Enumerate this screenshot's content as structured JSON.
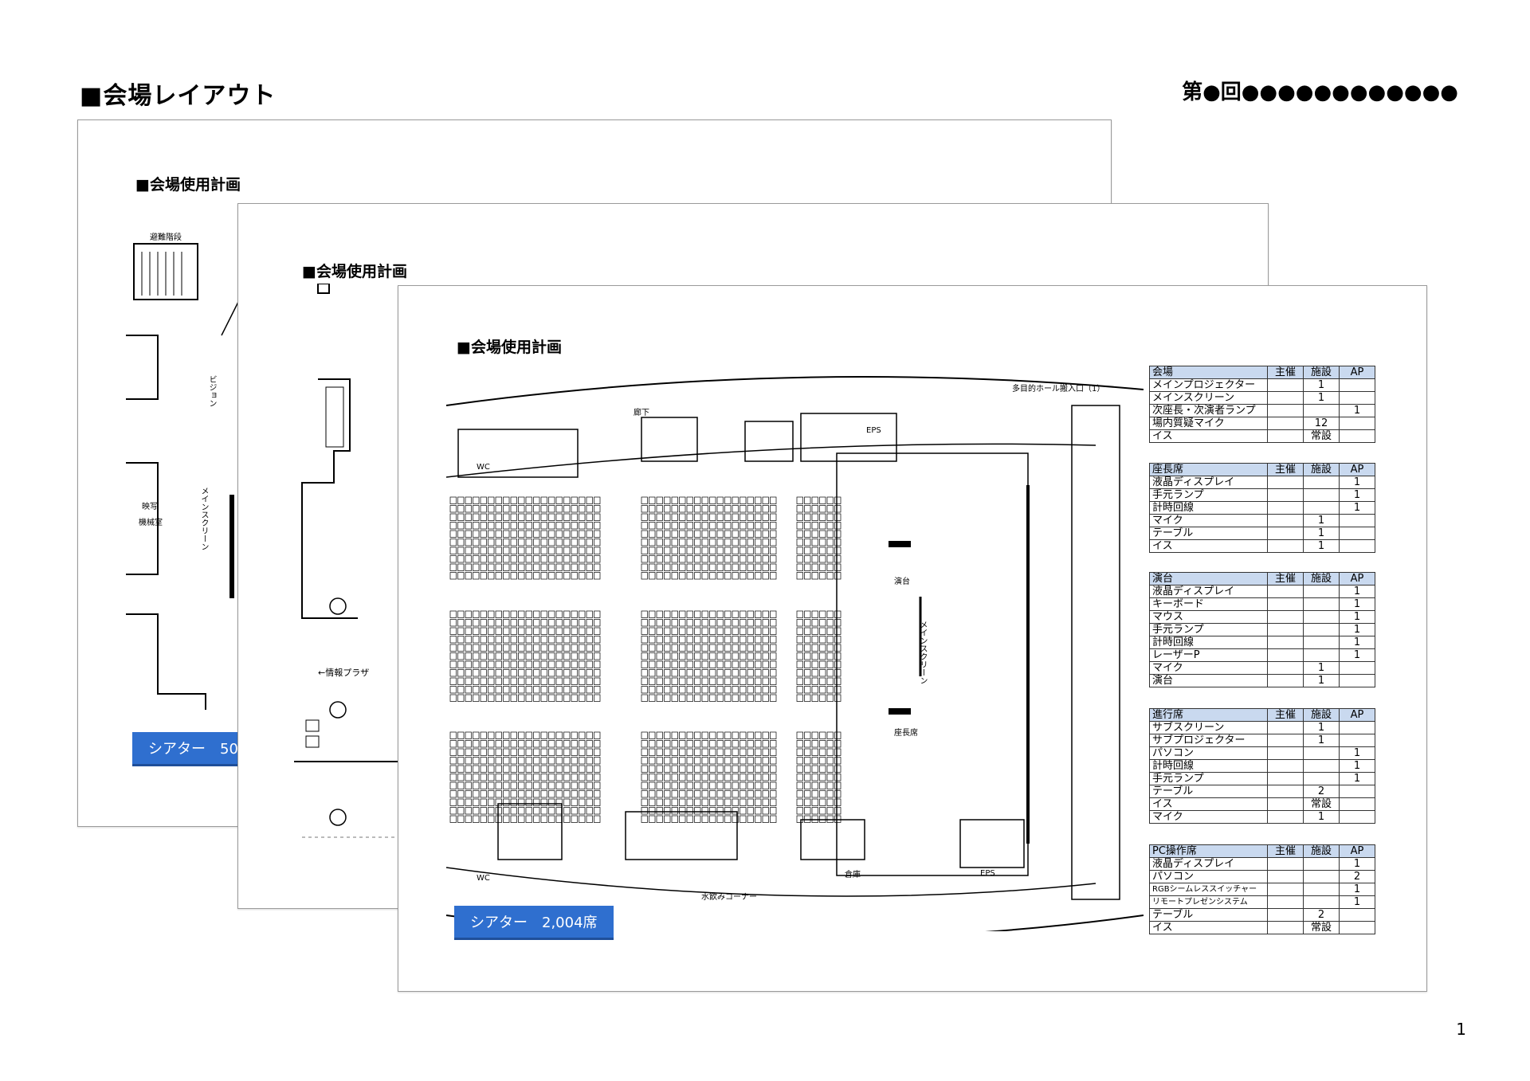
{
  "header": {
    "title": "■会場レイアウト",
    "event": "第●回●●●●●●●●●●●●"
  },
  "page_number": "1",
  "sheets": {
    "back": {
      "heading": "■会場使用計画",
      "capacity": "シアター　50",
      "label_stairs": "避難階段",
      "label_room1": "映写",
      "label_room2": "機械室",
      "label_screen": "メインスクリーン",
      "label_vision": "ビジョン"
    },
    "middle": {
      "heading": "■会場使用計画",
      "label_plaza": "←情報プラザ"
    },
    "front": {
      "heading": "■会場使用計画",
      "capacity": "シアター　2,004席",
      "labels": {
        "wc": "WC",
        "eps": "EPS",
        "screen": "メインスクリーン",
        "podium": "演台",
        "chair": "座長席",
        "entrance": "多目的ホール搬入口（1）",
        "water": "水飲みコーナー",
        "storage": "倉庫",
        "corridor": "廊下"
      }
    }
  },
  "tables": [
    {
      "headers": [
        "会場",
        "主催",
        "施設",
        "AP"
      ],
      "rows": [
        [
          "メインプロジェクター",
          "",
          "1",
          ""
        ],
        [
          "メインスクリーン",
          "",
          "1",
          ""
        ],
        [
          "次座長・次演者ランプ",
          "",
          "",
          "1"
        ],
        [
          "場内質疑マイク",
          "",
          "12",
          ""
        ],
        [
          "イス",
          "",
          "常設",
          ""
        ]
      ]
    },
    {
      "headers": [
        "座長席",
        "主催",
        "施設",
        "AP"
      ],
      "rows": [
        [
          "液晶ディスプレイ",
          "",
          "",
          "1"
        ],
        [
          "手元ランプ",
          "",
          "",
          "1"
        ],
        [
          "計時回線",
          "",
          "",
          "1"
        ],
        [
          "マイク",
          "",
          "1",
          ""
        ],
        [
          "テーブル",
          "",
          "1",
          ""
        ],
        [
          "イス",
          "",
          "1",
          ""
        ]
      ]
    },
    {
      "headers": [
        "演台",
        "主催",
        "施設",
        "AP"
      ],
      "rows": [
        [
          "液晶ディスプレイ",
          "",
          "",
          "1"
        ],
        [
          "キーボード",
          "",
          "",
          "1"
        ],
        [
          "マウス",
          "",
          "",
          "1"
        ],
        [
          "手元ランプ",
          "",
          "",
          "1"
        ],
        [
          "計時回線",
          "",
          "",
          "1"
        ],
        [
          "レーザーP",
          "",
          "",
          "1"
        ],
        [
          "マイク",
          "",
          "1",
          ""
        ],
        [
          "演台",
          "",
          "1",
          ""
        ]
      ]
    },
    {
      "headers": [
        "進行席",
        "主催",
        "施設",
        "AP"
      ],
      "rows": [
        [
          "サブスクリーン",
          "",
          "1",
          ""
        ],
        [
          "サブプロジェクター",
          "",
          "1",
          ""
        ],
        [
          "パソコン",
          "",
          "",
          "1"
        ],
        [
          "計時回線",
          "",
          "",
          "1"
        ],
        [
          "手元ランプ",
          "",
          "",
          "1"
        ],
        [
          "テーブル",
          "",
          "2",
          ""
        ],
        [
          "イス",
          "",
          "常設",
          ""
        ],
        [
          "マイク",
          "",
          "1",
          ""
        ]
      ]
    },
    {
      "headers": [
        "PC操作席",
        "主催",
        "施設",
        "AP"
      ],
      "rows": [
        [
          "液晶ディスプレイ",
          "",
          "",
          "1"
        ],
        [
          "パソコン",
          "",
          "",
          "2"
        ],
        [
          "RGBシームレススイッチャー",
          "",
          "",
          "1"
        ],
        [
          "リモートプレゼンシステム",
          "",
          "",
          "1"
        ],
        [
          "テーブル",
          "",
          "2",
          ""
        ],
        [
          "イス",
          "",
          "常設",
          ""
        ]
      ]
    }
  ]
}
